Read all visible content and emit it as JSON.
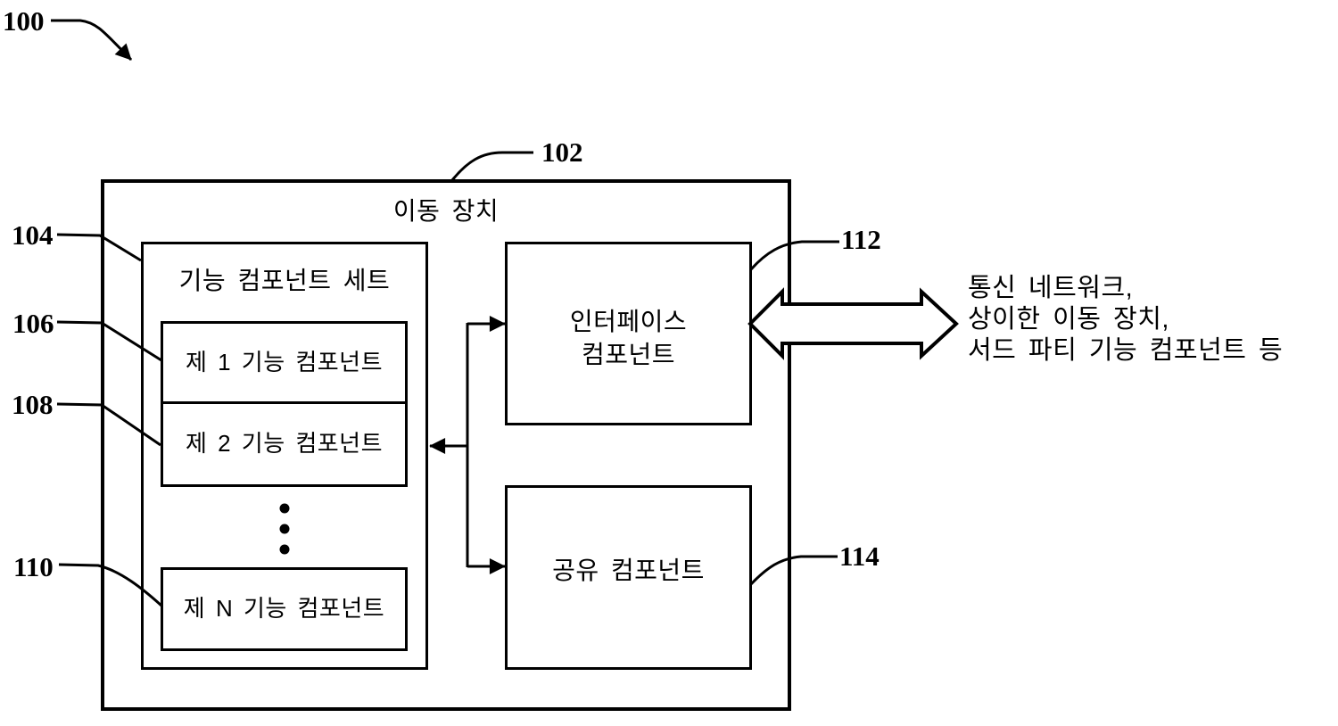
{
  "figure": {
    "figure_ref": "100",
    "mobile_device": {
      "ref": "102",
      "title": "이동 장치",
      "functional_component_set": {
        "ref": "104",
        "title": "기능 컴포넌트 세트",
        "components": [
          {
            "ref": "106",
            "label": "제 1 기능 컴포넌트"
          },
          {
            "ref": "108",
            "label": "제 2 기능 컴포넌트"
          },
          {
            "ref": "110",
            "label": "제 N 기능 컴포넌트"
          }
        ],
        "ellipsis_dot_count": 3
      },
      "interface_component": {
        "ref": "112",
        "label": "인터페이스 컴포넌트",
        "label_lines": [
          "인터페이스",
          "컴포넌트"
        ]
      },
      "shared_component": {
        "ref": "114",
        "label": "공유 컴포넌트"
      }
    },
    "external_entities": {
      "lines": [
        "통신 네트워크,",
        "상이한 이동 장치,",
        "서드 파티 기능 컴포넌트 등"
      ]
    },
    "colors": {
      "line": "#000000",
      "background": "#ffffff"
    }
  }
}
